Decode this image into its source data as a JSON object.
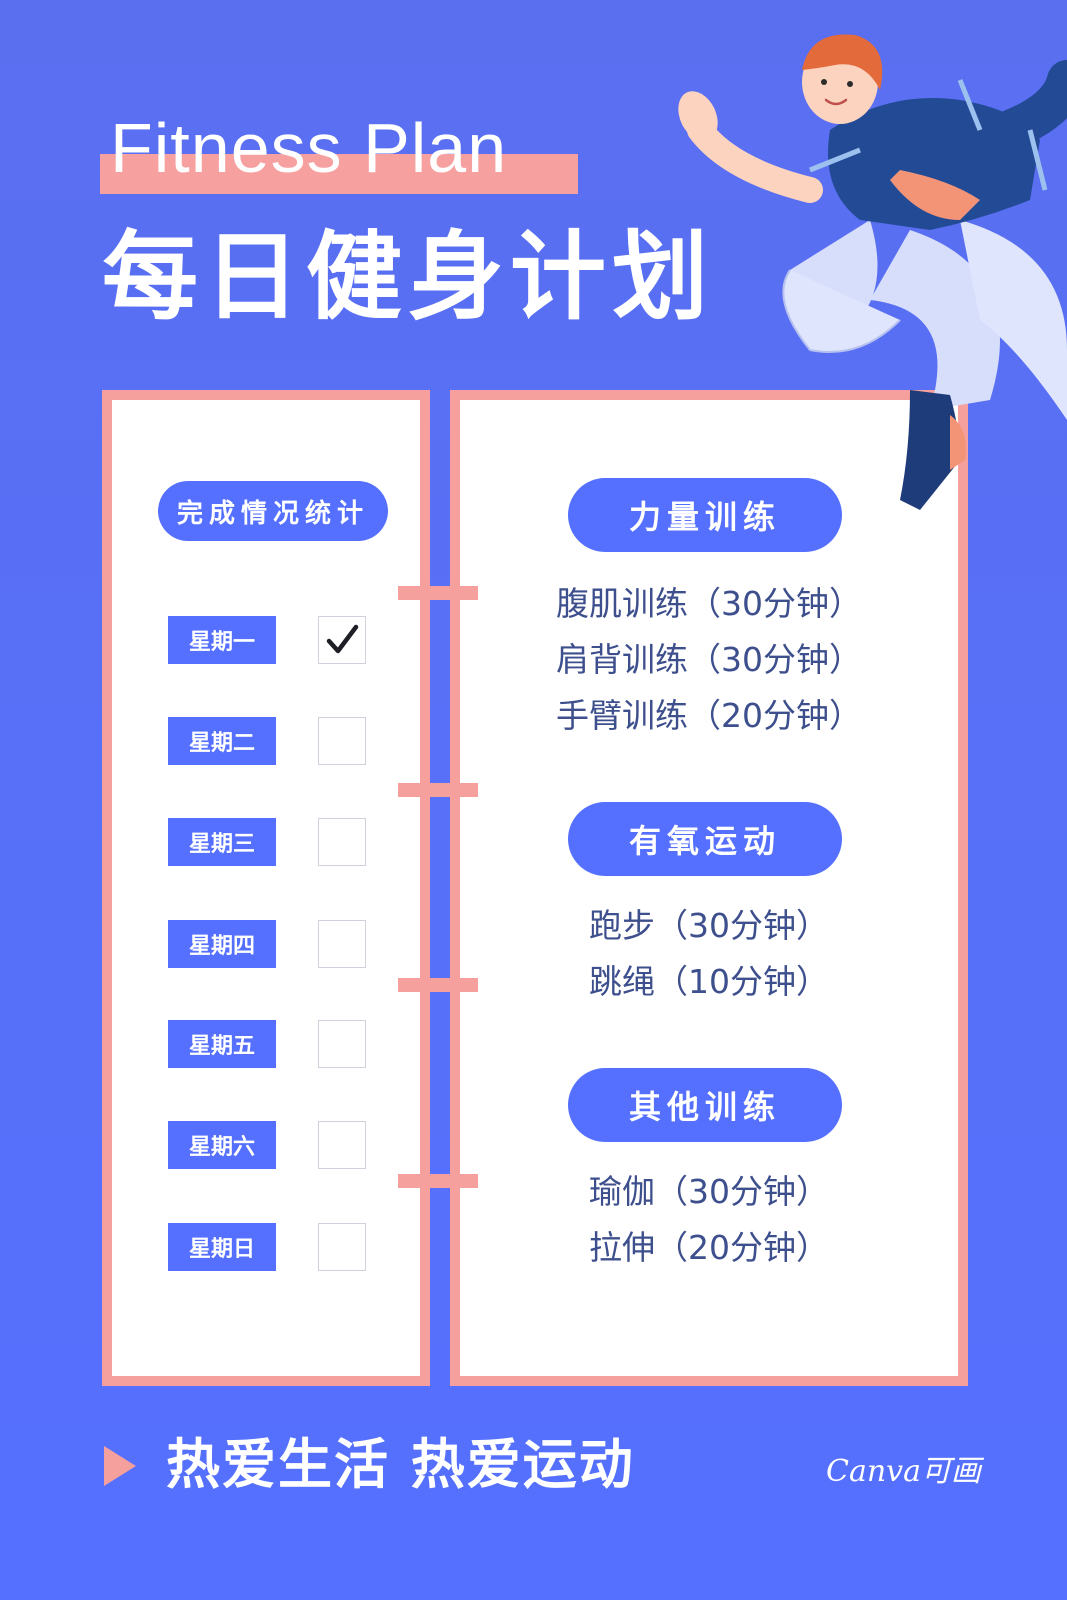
{
  "header": {
    "title_en": "Fitness Plan",
    "title_zh": "每日健身计划"
  },
  "stats": {
    "title": "完成情况统计",
    "days": [
      {
        "label": "星期一",
        "checked": true
      },
      {
        "label": "星期二",
        "checked": false
      },
      {
        "label": "星期三",
        "checked": false
      },
      {
        "label": "星期四",
        "checked": false
      },
      {
        "label": "星期五",
        "checked": false
      },
      {
        "label": "星期六",
        "checked": false
      },
      {
        "label": "星期日",
        "checked": false
      }
    ]
  },
  "plan": {
    "sections": [
      {
        "title": "力量训练",
        "items": [
          "腹肌训练（30分钟）",
          "肩背训练（30分钟）",
          "手臂训练（20分钟）"
        ]
      },
      {
        "title": "有氧运动",
        "items": [
          "跑步（30分钟）",
          "跳绳（10分钟）"
        ]
      },
      {
        "title": "其他训练",
        "items": [
          "瑜伽（30分钟）",
          "拉伸（20分钟）"
        ]
      }
    ]
  },
  "footer": {
    "slogan": "热爱生活  热爱运动",
    "brand": "Canva可画"
  },
  "colors": {
    "background": "#5570ff",
    "accent_pink": "#f6a09d",
    "panel": "#ffffff",
    "item_text": "#3d4f8c"
  },
  "icons": {
    "check": "check-icon",
    "arrow": "play-arrow-icon",
    "illustration": "running-man-illustration"
  }
}
